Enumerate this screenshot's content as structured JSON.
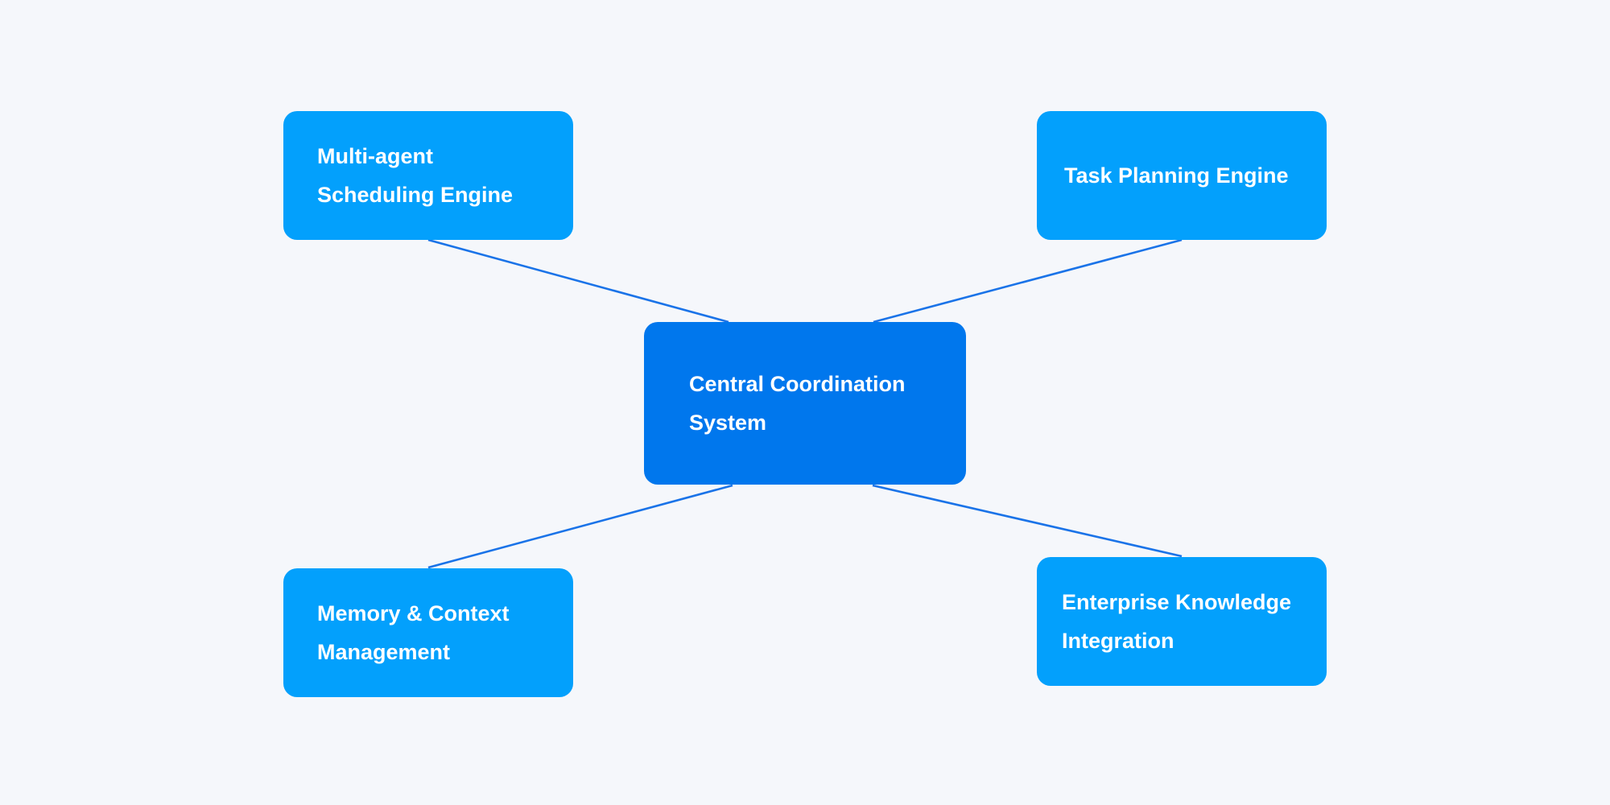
{
  "diagram": {
    "title": "",
    "colors": {
      "background": "#f5f7fb",
      "central_node": "#0077ed",
      "satellite_node": "#03a0fc",
      "connector": "#1a73e8",
      "text": "#ffffff"
    },
    "nodes": {
      "central": {
        "id": "central",
        "lines": [
          "Central Coordination",
          "System"
        ]
      },
      "top_left": {
        "id": "multi-agent",
        "lines": [
          "Multi-agent",
          "Scheduling Engine"
        ]
      },
      "top_right": {
        "id": "task-planning",
        "lines": [
          "Task Planning Engine"
        ]
      },
      "bottom_left": {
        "id": "memory-context",
        "lines": [
          "Memory & Context",
          "Management"
        ]
      },
      "bottom_right": {
        "id": "enterprise-knowledge",
        "lines": [
          "Enterprise Knowledge",
          "Integration"
        ]
      }
    },
    "edges": [
      {
        "from": "central",
        "to": "multi-agent"
      },
      {
        "from": "central",
        "to": "task-planning"
      },
      {
        "from": "central",
        "to": "memory-context"
      },
      {
        "from": "central",
        "to": "enterprise-knowledge"
      }
    ]
  }
}
